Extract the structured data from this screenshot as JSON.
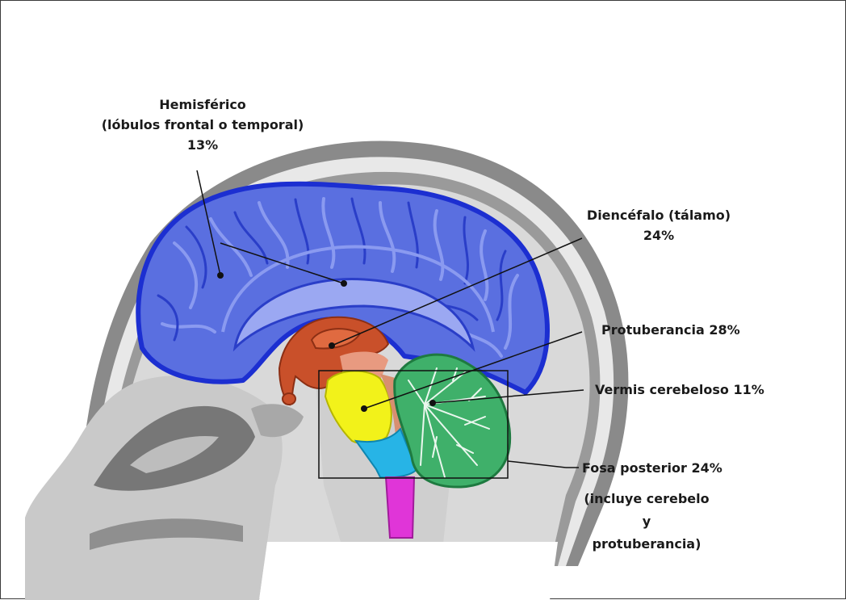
{
  "labels": {
    "hemisferico": {
      "line1": "Hemisférico",
      "line2": "(lóbulos frontal o temporal)",
      "line3": "13%"
    },
    "diencefalo": {
      "line1": "Diencéfalo (tálamo)",
      "line2": "24%"
    },
    "protuberancia": "Protuberancia 28%",
    "vermis": "Vermis cerebeloso 11%",
    "fosa": {
      "line1": "Fosa posterior 24%",
      "line2": "(incluye cerebelo",
      "line3": "y",
      "line4": "protuberancia)"
    }
  },
  "colors": {
    "cerebrum": "#5a6fe0",
    "cerebrum_outline": "#1c2fd1",
    "thalamus": "#c9502a",
    "pons": "#f2f21a",
    "medulla": "#27b4e6",
    "spinal_cord": "#e035d8",
    "cerebellum": "#3fb06a",
    "skull": "#8a8a8a",
    "tissue": "#d9d9d9"
  }
}
